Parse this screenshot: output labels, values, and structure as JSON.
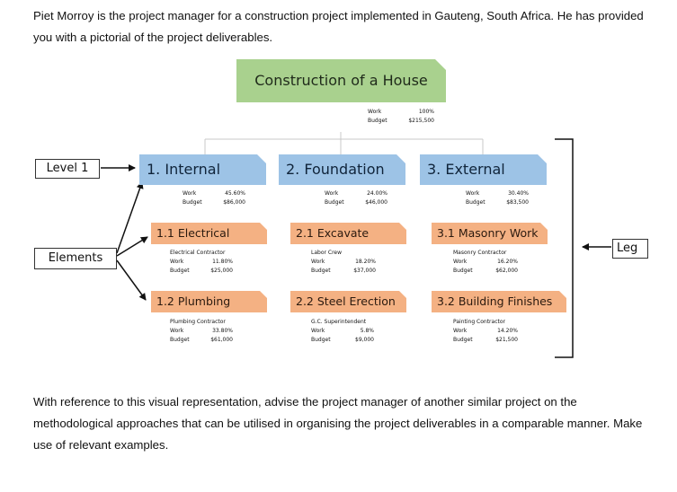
{
  "intro": "Piet Morroy is the project manager for a construction project implemented in Gauteng, South Africa. He has provided you with a pictorial of the project deliverables.",
  "question": "With reference to this visual representation, advise the project manager of another similar project on the methodological approaches that can be utilised in organising the project deliverables in a comparable manner. Make use of relevant examples.",
  "labels": {
    "level1": "Level 1",
    "elements": "Elements",
    "leg": "Leg"
  },
  "root": {
    "title": "Construction of a House",
    "work_label": "Work",
    "work": "100%",
    "budget_label": "Budget",
    "budget": "$215,500"
  },
  "level1": [
    {
      "title": "1. Internal",
      "work_label": "Work",
      "work": "45.60%",
      "budget_label": "Budget",
      "budget": "$86,000"
    },
    {
      "title": "2. Foundation",
      "work_label": "Work",
      "work": "24.00%",
      "budget_label": "Budget",
      "budget": "$46,000"
    },
    {
      "title": "3. External",
      "work_label": "Work",
      "work": "30.40%",
      "budget_label": "Budget",
      "budget": "$83,500"
    }
  ],
  "level2": [
    {
      "title": "1.1 Electrical",
      "role": "Electrical Contractor",
      "work_label": "Work",
      "work": "11.80%",
      "budget_label": "Budget",
      "budget": "$25,000"
    },
    {
      "title": "2.1 Excavate",
      "role": "Labor Crew",
      "work_label": "Work",
      "work": "18.20%",
      "budget_label": "Budget",
      "budget": "$37,000"
    },
    {
      "title": "3.1 Masonry Work",
      "role": "Masonry Contractor",
      "work_label": "Work",
      "work": "16.20%",
      "budget_label": "Budget",
      "budget": "$62,000"
    },
    {
      "title": "1.2 Plumbing",
      "role": "Plumbing Contractor",
      "work_label": "Work",
      "work": "33.80%",
      "budget_label": "Budget",
      "budget": "$61,000"
    },
    {
      "title": "2.2 Steel Erection",
      "role": "G.C. Superintendent",
      "work_label": "Work",
      "work": "5.8%",
      "budget_label": "Budget",
      "budget": "$9,000"
    },
    {
      "title": "3.2 Building Finishes",
      "role": "Painting Contractor",
      "work_label": "Work",
      "work": "14.20%",
      "budget_label": "Budget",
      "budget": "$21,500"
    }
  ],
  "colors": {
    "root": "#a9d18e",
    "level1": "#9dc3e6",
    "level2": "#f4b183"
  }
}
